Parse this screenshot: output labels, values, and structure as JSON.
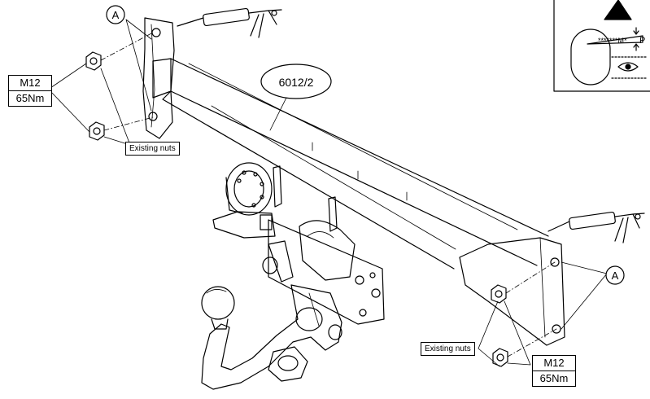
{
  "part_number": "6012/2",
  "callout_letter": "A",
  "nuts_label": "Existing nuts",
  "torque": {
    "thread": "M12",
    "value": "65Nm"
  },
  "warning_panel": {
    "symbol": "!",
    "marking": "*******M*",
    "marking_p": "P"
  },
  "colors": {
    "line": "#000000",
    "background": "#ffffff"
  }
}
